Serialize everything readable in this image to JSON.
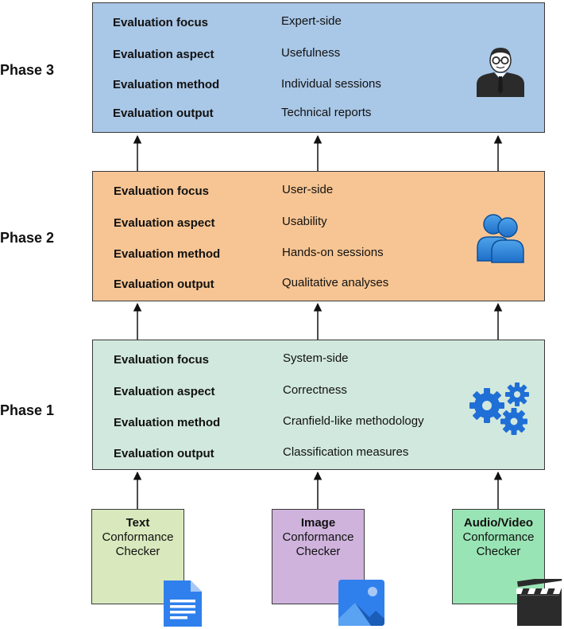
{
  "phases": [
    {
      "label": "Phase 3",
      "color": "#a9c7e6",
      "icon": "expert-person-icon",
      "rows": [
        {
          "key": "Evaluation focus",
          "value": "Expert-side"
        },
        {
          "key": "Evaluation aspect",
          "value": "Usefulness"
        },
        {
          "key": "Evaluation method",
          "value": "Individual sessions"
        },
        {
          "key": "Evaluation output",
          "value": "Technical reports"
        }
      ]
    },
    {
      "label": "Phase 2",
      "color": "#f7c593",
      "icon": "users-group-icon",
      "rows": [
        {
          "key": "Evaluation focus",
          "value": "User-side"
        },
        {
          "key": "Evaluation aspect",
          "value": "Usability"
        },
        {
          "key": "Evaluation method",
          "value": "Hands-on sessions"
        },
        {
          "key": "Evaluation output",
          "value": "Qualitative analyses"
        }
      ]
    },
    {
      "label": "Phase 1",
      "color": "#d1e8de",
      "icon": "gears-icon",
      "rows": [
        {
          "key": "Evaluation focus",
          "value": "System-side"
        },
        {
          "key": "Evaluation aspect",
          "value": "Correctness"
        },
        {
          "key": "Evaluation method",
          "value": "Cranfield-like methodology"
        },
        {
          "key": "Evaluation output",
          "value": "Classification measures"
        }
      ]
    }
  ],
  "checkers": [
    {
      "title": "Text",
      "line1": "Conformance",
      "line2": "Checker",
      "color": "#d9e9bd",
      "icon": "document-icon"
    },
    {
      "title": "Image",
      "line1": "Conformance",
      "line2": "Checker",
      "color": "#cfb3dd",
      "icon": "image-icon"
    },
    {
      "title": "Audio/Video",
      "line1": "Conformance",
      "line2": "Checker",
      "color": "#99e4b4",
      "icon": "clapperboard-icon"
    }
  ]
}
